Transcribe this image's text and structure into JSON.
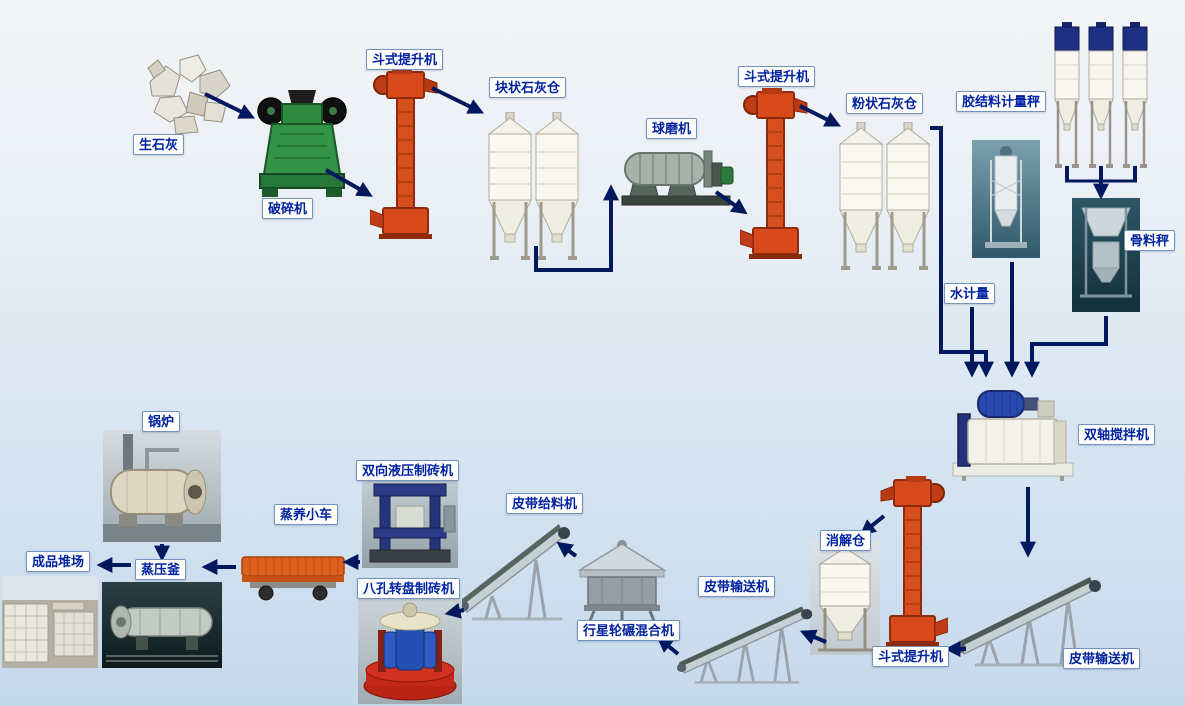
{
  "diagram": {
    "type": "process-flow",
    "language": "zh-CN",
    "arrow_color": "#00185e",
    "label_style": {
      "text_color": "#0223a0",
      "background": "#ffffff",
      "border": "#7292c2"
    },
    "nodes": {
      "quicklime": "生石灰",
      "crusher": "破碎机",
      "bucket_elevator_1": "斗式提升机",
      "lump_lime_silo": "块状石灰仓",
      "ball_mill": "球磨机",
      "bucket_elevator_2": "斗式提升机",
      "powder_lime_silo": "粉状石灰仓",
      "binder_scale": "胶结料计量秤",
      "aggregate_scale": "骨料秤",
      "water_meter": "水计量",
      "twin_shaft_mixer": "双轴搅拌机",
      "belt_conveyor_1": "皮带输送机",
      "bucket_elevator_3": "斗式提升机",
      "digestion_silo": "消解仓",
      "belt_conveyor_2": "皮带输送机",
      "planetary_mixer": "行星轮碾混合机",
      "belt_feeder": "皮带给料机",
      "hydraulic_brick_press": "双向液压制砖机",
      "rotary_brick_press": "八孔转盘制砖机",
      "curing_trolley": "蒸养小车",
      "autoclave": "蒸压釜",
      "boiler": "锅炉",
      "product_yard": "成品堆场"
    },
    "connections": [
      [
        "quicklime",
        "crusher"
      ],
      [
        "crusher",
        "bucket_elevator_1"
      ],
      [
        "bucket_elevator_1",
        "lump_lime_silo"
      ],
      [
        "lump_lime_silo",
        "ball_mill"
      ],
      [
        "ball_mill",
        "bucket_elevator_2"
      ],
      [
        "bucket_elevator_2",
        "powder_lime_silo"
      ],
      [
        "powder_lime_silo",
        "twin_shaft_mixer"
      ],
      [
        "water_meter",
        "twin_shaft_mixer"
      ],
      [
        "binder_scale",
        "twin_shaft_mixer"
      ],
      [
        "unlabeled_storage_silos",
        "aggregate_scale"
      ],
      [
        "aggregate_scale",
        "twin_shaft_mixer"
      ],
      [
        "twin_shaft_mixer",
        "belt_conveyor_1"
      ],
      [
        "belt_conveyor_1",
        "bucket_elevator_3"
      ],
      [
        "bucket_elevator_3",
        "digestion_silo"
      ],
      [
        "digestion_silo",
        "belt_conveyor_2"
      ],
      [
        "belt_conveyor_2",
        "planetary_mixer"
      ],
      [
        "planetary_mixer",
        "belt_feeder"
      ],
      [
        "belt_feeder",
        "brick_presses"
      ],
      [
        "brick_presses",
        "curing_trolley"
      ],
      [
        "curing_trolley",
        "autoclave"
      ],
      [
        "boiler",
        "autoclave"
      ],
      [
        "autoclave",
        "product_yard"
      ]
    ]
  }
}
